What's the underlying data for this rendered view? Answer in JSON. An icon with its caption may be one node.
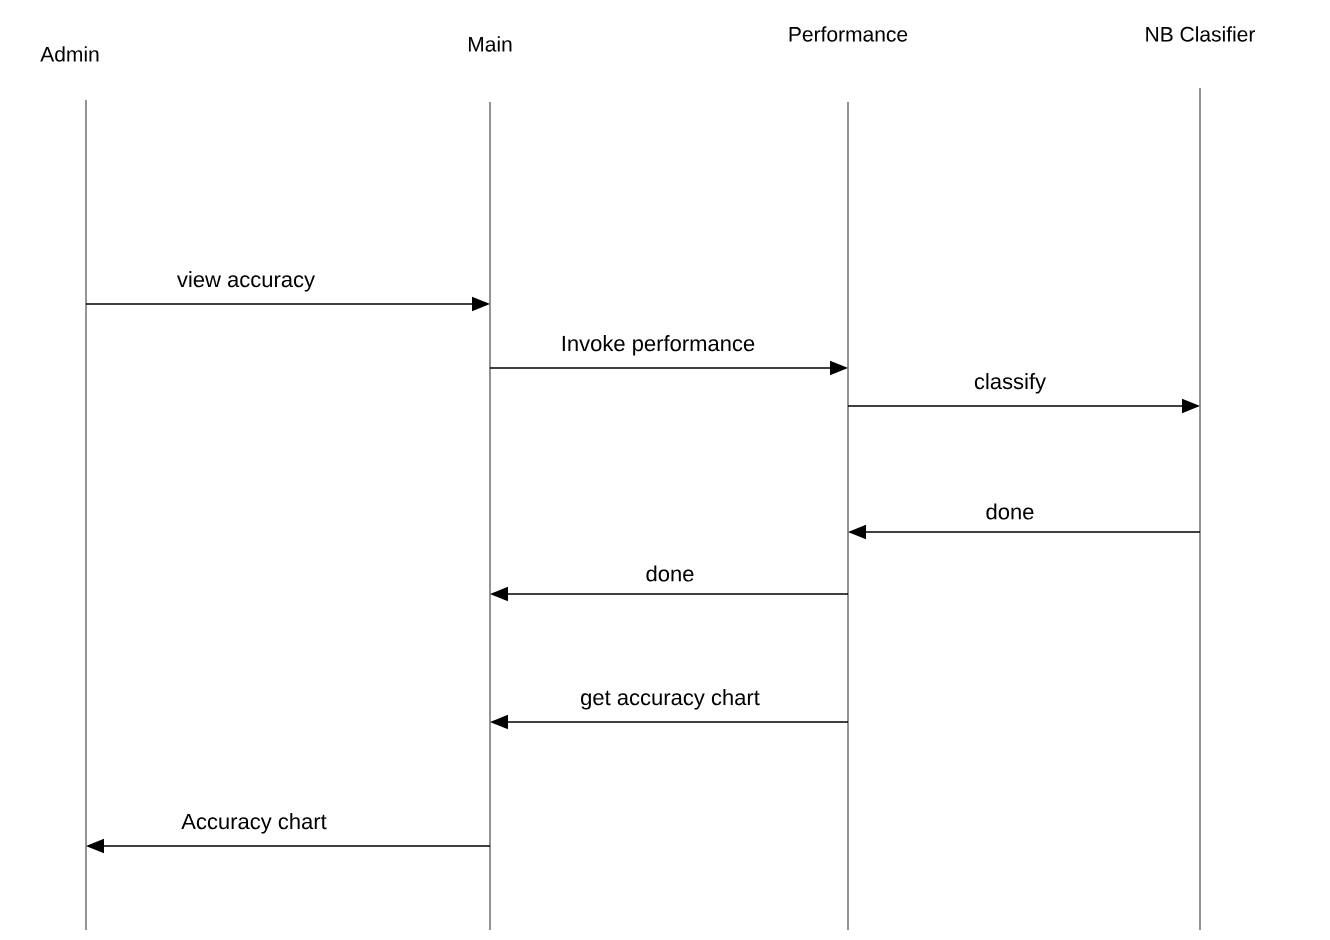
{
  "diagram": {
    "nodes": [
      {
        "text": [
          "Admin"
        ]
      },
      {
        "text": [
          "Main"
        ]
      },
      {
        "text": [
          "Performance"
        ]
      },
      {
        "text": [
          "NB Clasifier"
        ]
      }
    ],
    "edges": [
      {
        "from": 0,
        "to": 1,
        "arrow": "to",
        "label": "view accuracy"
      },
      {
        "from": 1,
        "to": 2,
        "arrow": "to",
        "label": "Invoke performance"
      },
      {
        "from": 2,
        "to": 3,
        "arrow": "to",
        "label": "classify"
      },
      {
        "from": 3,
        "to": 2,
        "arrow": "to",
        "label": "done"
      },
      {
        "from": 2,
        "to": 1,
        "arrow": "to",
        "label": "done"
      },
      {
        "from": 2,
        "to": 1,
        "arrow": "to",
        "label": "get accuracy chart"
      },
      {
        "from": 1,
        "to": 0,
        "arrow": "to",
        "label": "Accuracy chart"
      }
    ]
  }
}
